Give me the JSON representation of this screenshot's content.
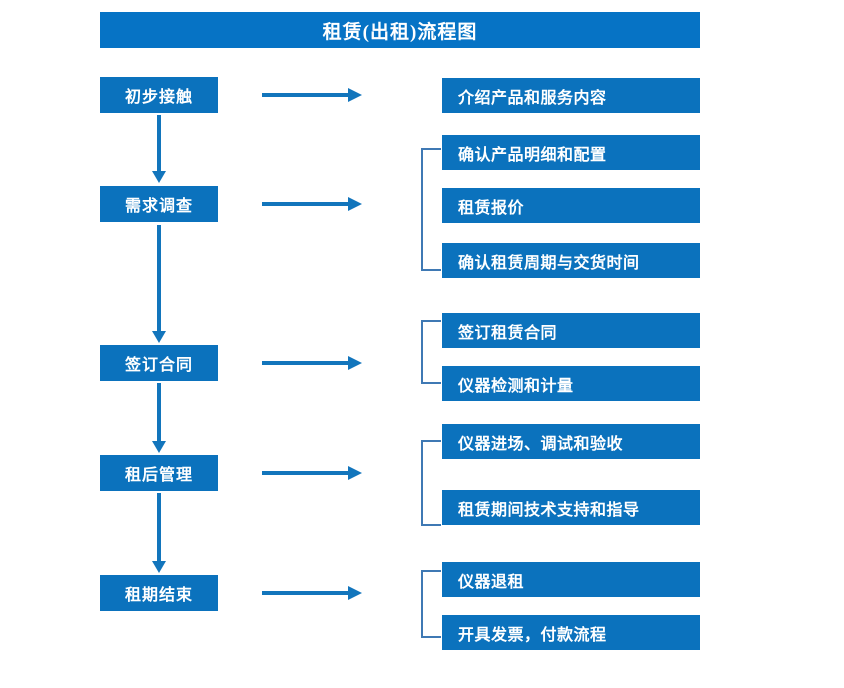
{
  "title": "租赁(出租)流程图",
  "colors": {
    "title_bar": "#0673c5",
    "box": "#0b72bd",
    "arrow": "#1275bc",
    "bracket": "#3f79b4",
    "text": "#ffffff",
    "background": "#ffffff"
  },
  "stages": [
    {
      "label": "初步接触"
    },
    {
      "label": "需求调查"
    },
    {
      "label": "签订合同"
    },
    {
      "label": "租后管理"
    },
    {
      "label": "租期结束"
    }
  ],
  "details": [
    {
      "label": "介绍产品和服务内容"
    },
    {
      "label": "确认产品明细和配置"
    },
    {
      "label": "租赁报价"
    },
    {
      "label": "确认租赁周期与交货时间"
    },
    {
      "label": "签订租赁合同"
    },
    {
      "label": "仪器检测和计量"
    },
    {
      "label": "仪器进场、调试和验收"
    },
    {
      "label": "租赁期间技术支持和指导"
    },
    {
      "label": "仪器退租"
    },
    {
      "label": "开具发票，付款流程"
    }
  ]
}
